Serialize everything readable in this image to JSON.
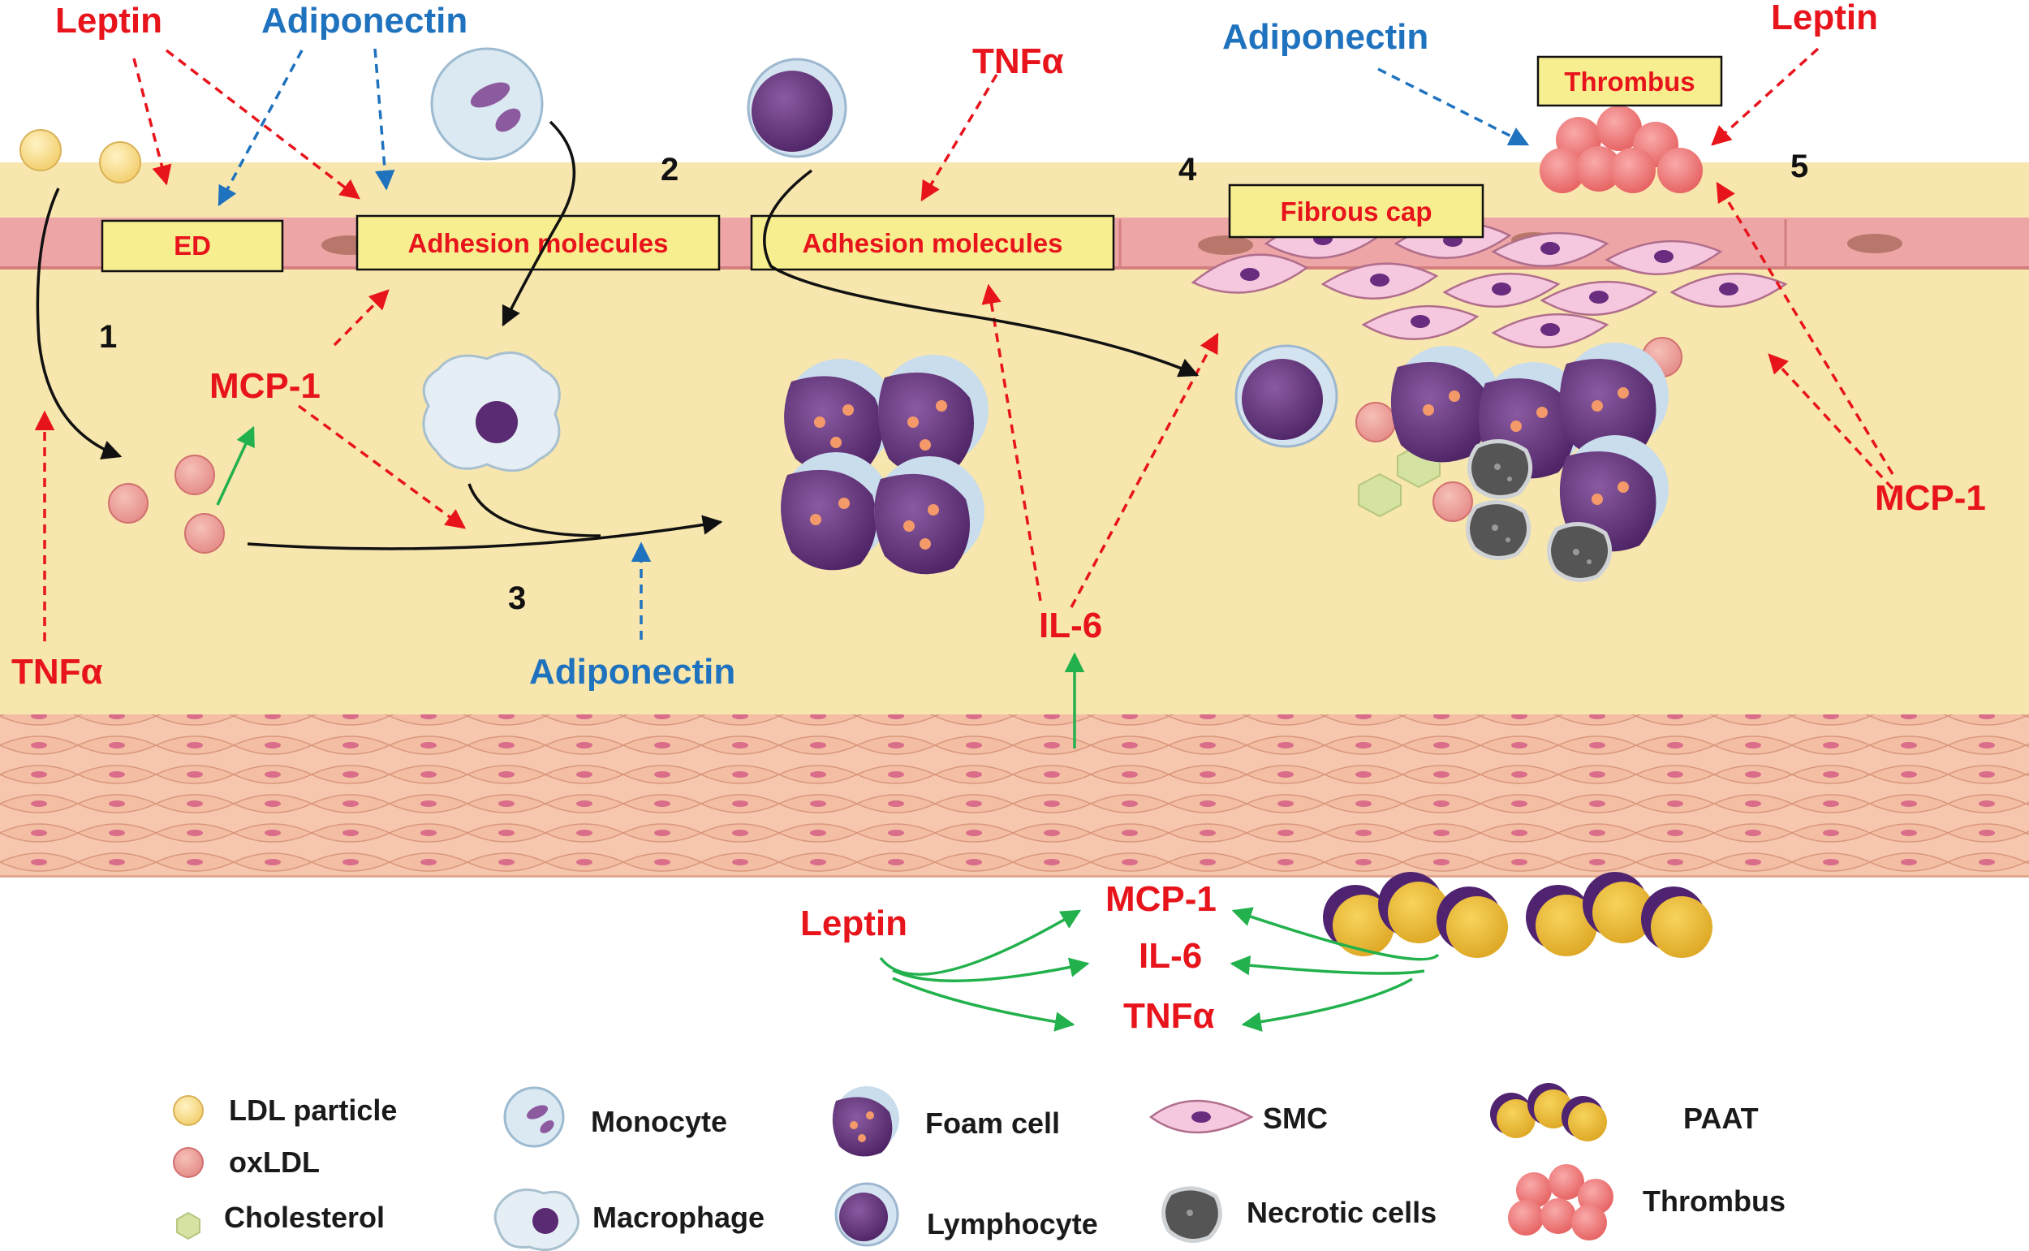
{
  "labels": {
    "leptin_tl": "Leptin",
    "adiponectin_tl": "Adiponectin",
    "tnfa_top": "TNFα",
    "adiponectin_tr": "Adiponectin",
    "leptin_tr": "Leptin",
    "mcp1_left": "MCP-1",
    "tnfa_left": "TNFα",
    "adiponectin_mid": "Adiponectin",
    "il6_mid": "IL-6",
    "mcp1_right": "MCP-1",
    "leptin_bottom": "Leptin",
    "mcp1_bottom": "MCP-1",
    "il6_bottom": "IL-6",
    "tnfa_bottom": "TNFα"
  },
  "boxes": {
    "ed": "ED",
    "adhesion1": "Adhesion molecules",
    "adhesion2": "Adhesion molecules",
    "fibrous_cap": "Fibrous cap",
    "thrombus": "Thrombus"
  },
  "steps": [
    "1",
    "2",
    "3",
    "4",
    "5"
  ],
  "legend": {
    "ldl": "LDL particle",
    "oxldl": "oxLDL",
    "cholesterol": "Cholesterol",
    "monocyte": "Monocyte",
    "macrophage": "Macrophage",
    "foam_cell": "Foam cell",
    "lymphocyte": "Lymphocyte",
    "smc": "SMC",
    "necrotic": "Necrotic cells",
    "paat": "PAAT",
    "thrombus": "Thrombus"
  },
  "colors": {
    "pro_inflammatory": "#e8141c",
    "anti_inflammatory": "#1f72be",
    "stimulation": "#22b14c",
    "intima": "#f7e6ad",
    "endothelium": "#eda5a5",
    "media": "#f6c7ae",
    "label_box": "#f7ef8f"
  }
}
